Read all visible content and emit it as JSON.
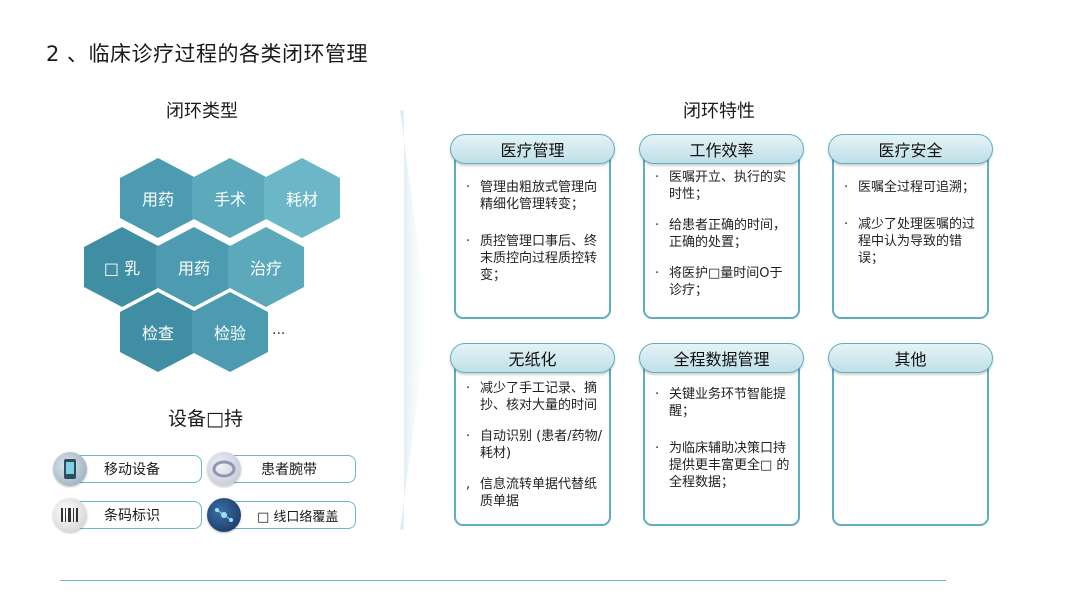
{
  "title": "2 、临床诊疗过程的各类闭环管理",
  "left": {
    "heading": "闭环类型",
    "hexagons": [
      "用药",
      "手术",
      "耗材",
      "□ 乳",
      "用药",
      "治疗",
      "检查",
      "检验"
    ],
    "ellipsis": "...",
    "support_heading": "设备□持",
    "devices": [
      "移动设备",
      "患者腕带",
      "条码标识",
      "□ 线口络覆盖"
    ]
  },
  "right": {
    "heading": "闭环特性",
    "cards": [
      {
        "title": "医疗管理",
        "items": [
          "管理由粗放式管理向精细化管理转变；",
          "质控管理口事后、终末质控向过程质控转变；"
        ]
      },
      {
        "title": "工作效率",
        "items": [
          "医嘱开立、执行的实时性；",
          "给患者正确的时间，正确的处置；",
          "将医护□量时间O于诊疗；"
        ]
      },
      {
        "title": "医疗安全",
        "items": [
          "医嘱全过程可追溯；",
          "减少了处理医嘱的过程中认为导致的错误；"
        ]
      },
      {
        "title": "无纸化",
        "items": [
          "减少了手工记录、摘抄、核对大量的时间",
          "自动识别 (患者/药物/耗材)",
          "信息流转单据代替纸质单据"
        ]
      },
      {
        "title": "全程数据管理",
        "items": [
          "关键业务环节智能提醒；",
          "为临床辅助决策口持提供更丰富更全□ 的全程数据；"
        ]
      },
      {
        "title": "其他",
        "items": []
      }
    ]
  },
  "colors": {
    "accent": "#5faec0",
    "hex_dark": "#3f8ea3",
    "hex_light": "#6bb7c7",
    "line": "#6ab4c8"
  }
}
